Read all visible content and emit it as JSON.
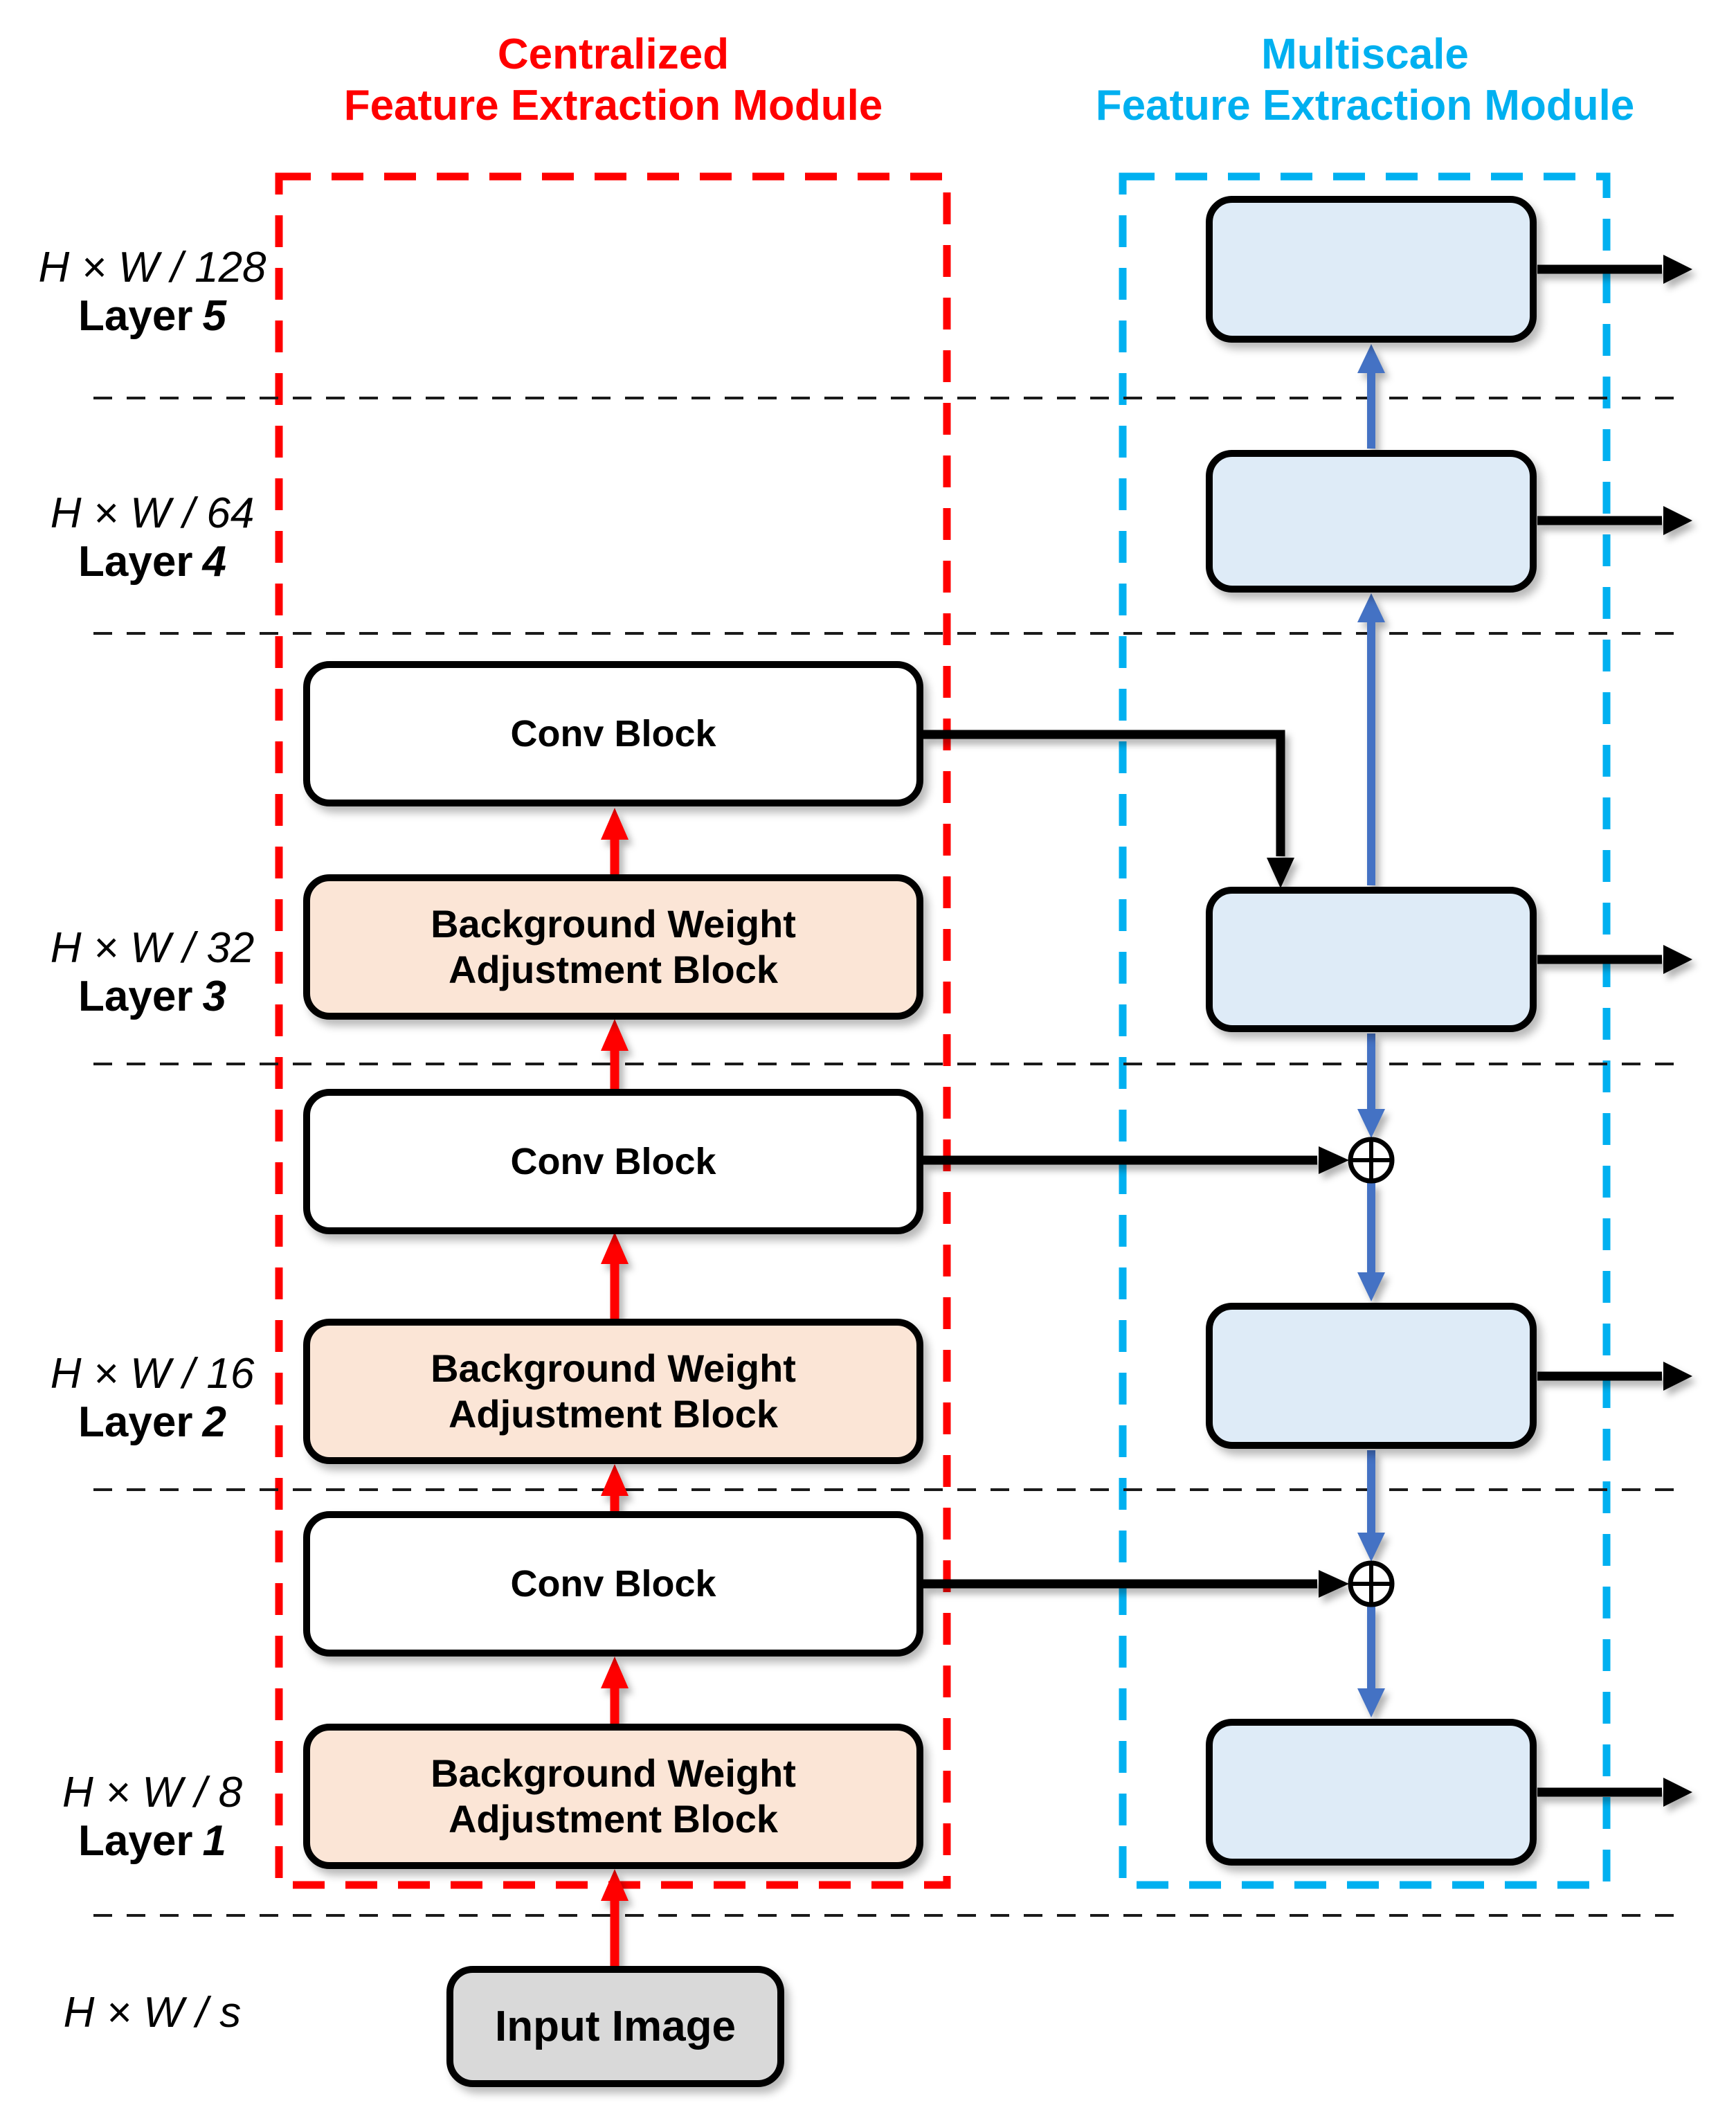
{
  "titles": {
    "centralized": {
      "line1": "Centralized",
      "line2": "Feature Extraction Module"
    },
    "multiscale": {
      "line1": "Multiscale",
      "line2": "Feature Extraction Module"
    }
  },
  "layer_labels": [
    {
      "dim": "H × W / 128",
      "layer_word": "Layer",
      "layer_num": "5"
    },
    {
      "dim": "H × W / 64",
      "layer_word": "Layer",
      "layer_num": "4"
    },
    {
      "dim": "H × W / 32",
      "layer_word": "Layer",
      "layer_num": "3"
    },
    {
      "dim": "H × W / 16",
      "layer_word": "Layer",
      "layer_num": "2"
    },
    {
      "dim": "H × W / 8",
      "layer_word": "Layer",
      "layer_num": "1"
    }
  ],
  "input_scale_label": "H × W / s",
  "blocks": {
    "conv_label": "Conv Block",
    "bwa_line1": "Background Weight",
    "bwa_line2": "Adjustment Block",
    "input_label": "Input Image"
  },
  "icons": {
    "sum_icon": "circled-plus"
  },
  "colors": {
    "red": "#FF0000",
    "cyan": "#00B0F0",
    "arrow_blue": "#4472C4",
    "blue_block_fill": "#DEEBF7",
    "bwa_fill": "#FBE5D6",
    "input_fill": "#D9D9D9",
    "black": "#000000"
  }
}
